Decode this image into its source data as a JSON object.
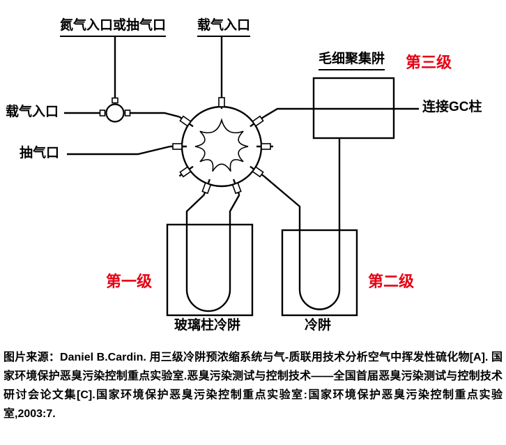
{
  "diagram": {
    "labels": {
      "nitrogen_inlet": "氮气入口或抽气口",
      "carrier_top": "载气入口",
      "carrier_left": "载气入口",
      "pump_port": "抽气口",
      "capillary_trap": "毛细聚集阱",
      "gc_column": "连接GC柱",
      "glass_trap": "玻璃柱冷阱",
      "cold_trap": "冷阱"
    },
    "stages": {
      "stage1": "第一级",
      "stage2": "第二级",
      "stage3": "第三级"
    },
    "stage_color": "#e60012",
    "line_color": "#000000"
  },
  "caption": {
    "text": "图片来源：Daniel B.Cardin. 用三级冷阱预浓缩系统与气-质联用技术分析空气中挥发性硫化物[A]. 国家环境保护恶臭污染控制重点实验室.恶臭污染测试与控制技术——全国首届恶臭污染测试与控制技术研讨会论文集[C].国家环境保护恶臭污染控制重点实验室:国家环境保护恶臭污染控制重点实验室,2003:7."
  }
}
